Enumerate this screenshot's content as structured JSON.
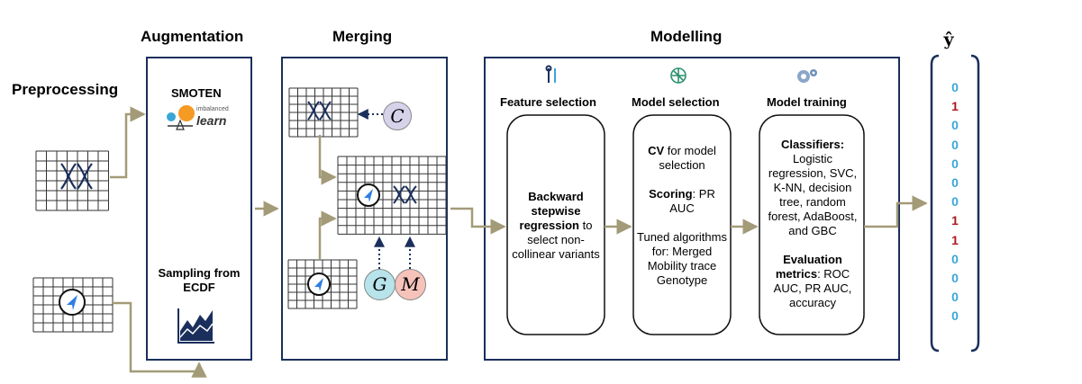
{
  "headers": {
    "preprocessing": "Preprocessing",
    "augmentation": "Augmentation",
    "merging": "Merging",
    "modelling": "Modelling"
  },
  "augmentation": {
    "smoten": "SMOTEN",
    "logo_small": "imbalanced",
    "logo_big": "learn",
    "ecdf": "Sampling from ECDF"
  },
  "merging": {
    "c": "C",
    "g": "G",
    "m": "M"
  },
  "modelling": {
    "feature_selection": {
      "title": "Feature selection",
      "body_bold": "Backward stepwise regression",
      "body_rest": " to select non-collinear variants"
    },
    "model_selection": {
      "title": "Model selection",
      "cv_bold": "CV",
      "cv_rest": " for model selection",
      "scoring_bold": "Scoring",
      "scoring_rest": ": PR AUC",
      "tuned": "Tuned algorithms for: Merged Mobility trace Genotype"
    },
    "model_training": {
      "title": "Model training",
      "classifiers_bold": "Classifiers:",
      "classifiers_rest": "Logistic regression, SVC, K-NN, decision tree, random forest, AdaBoost, and GBC",
      "metrics_bold": "Evaluation metrics",
      "metrics_rest": ": ROC AUC, PR AUC, accuracy"
    }
  },
  "output": {
    "label": "ŷ",
    "values": [
      "0",
      "1",
      "0",
      "0",
      "0",
      "0",
      "0",
      "1",
      "1",
      "0",
      "0",
      "0",
      "0"
    ]
  },
  "colors": {
    "box_border": "#1b2f5c",
    "arrow": "#a39b78",
    "zero": "#3aa6d8",
    "one": "#b0171e",
    "c_fill": "#d6d2ea",
    "g_fill": "#b7e3ea",
    "m_fill": "#f6c3bb"
  }
}
